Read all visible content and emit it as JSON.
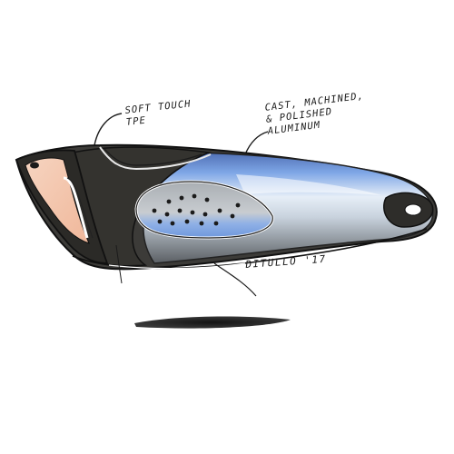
{
  "annotations": {
    "soft_touch": {
      "line1": "SOFT TOUCH",
      "line2": "TPE"
    },
    "cast_machined": {
      "line1": "CAST, MACHINED,",
      "line2": "& POLISHED",
      "line3": "ALUMINUM"
    }
  },
  "signature": "DITULLO '17",
  "colors": {
    "background": "#ffffff",
    "ink": "#1b1b1b",
    "dark_gray": "#3c3b38",
    "blue_highlight": "#7ea6e6",
    "metal_light": "#c9d3de",
    "metal_gray": "#8f969d",
    "skin_tone": "#f4c7ae"
  }
}
